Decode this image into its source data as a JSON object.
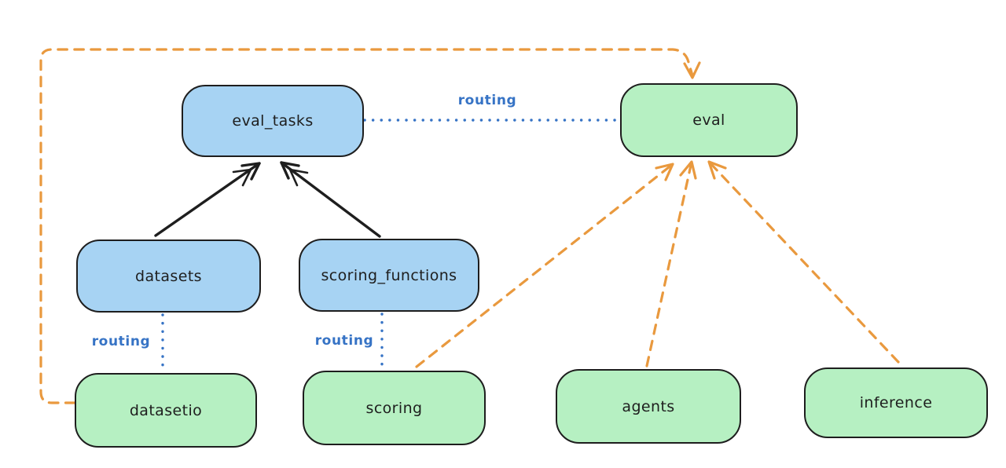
{
  "diagram": {
    "nodes": [
      {
        "id": "eval_tasks",
        "label": "eval_tasks",
        "kind": "blue"
      },
      {
        "id": "eval",
        "label": "eval",
        "kind": "green"
      },
      {
        "id": "datasets",
        "label": "datasets",
        "kind": "blue"
      },
      {
        "id": "scoring_functions",
        "label": "scoring_functions",
        "kind": "blue"
      },
      {
        "id": "datasetio",
        "label": "datasetio",
        "kind": "green"
      },
      {
        "id": "scoring",
        "label": "scoring",
        "kind": "green"
      },
      {
        "id": "agents",
        "label": "agents",
        "kind": "green"
      },
      {
        "id": "inference",
        "label": "inference",
        "kind": "green"
      }
    ],
    "edges": [
      {
        "from": "datasets",
        "to": "eval_tasks",
        "style": "solid",
        "color": "black",
        "label": ""
      },
      {
        "from": "scoring_functions",
        "to": "eval_tasks",
        "style": "solid",
        "color": "black",
        "label": ""
      },
      {
        "from": "eval_tasks",
        "to": "eval",
        "style": "dotted",
        "color": "blue",
        "label": "routing"
      },
      {
        "from": "datasets",
        "to": "datasetio",
        "style": "dotted",
        "color": "blue",
        "label": "routing"
      },
      {
        "from": "scoring_functions",
        "to": "scoring",
        "style": "dotted",
        "color": "blue",
        "label": "routing"
      },
      {
        "from": "datasetio",
        "to": "eval",
        "style": "dashed",
        "color": "orange",
        "label": ""
      },
      {
        "from": "scoring",
        "to": "eval",
        "style": "dashed",
        "color": "orange",
        "label": ""
      },
      {
        "from": "agents",
        "to": "eval",
        "style": "dashed",
        "color": "orange",
        "label": ""
      },
      {
        "from": "inference",
        "to": "eval",
        "style": "dashed",
        "color": "orange",
        "label": ""
      }
    ]
  },
  "colors": {
    "node_blue_fill": "#a7d3f3",
    "node_green_fill": "#b6f0c2",
    "node_border": "#1e1e1e",
    "arrow_black": "#1e1e1e",
    "arrow_orange": "#e9993e",
    "routing_blue": "#3673c5",
    "background": "#ffffff"
  }
}
